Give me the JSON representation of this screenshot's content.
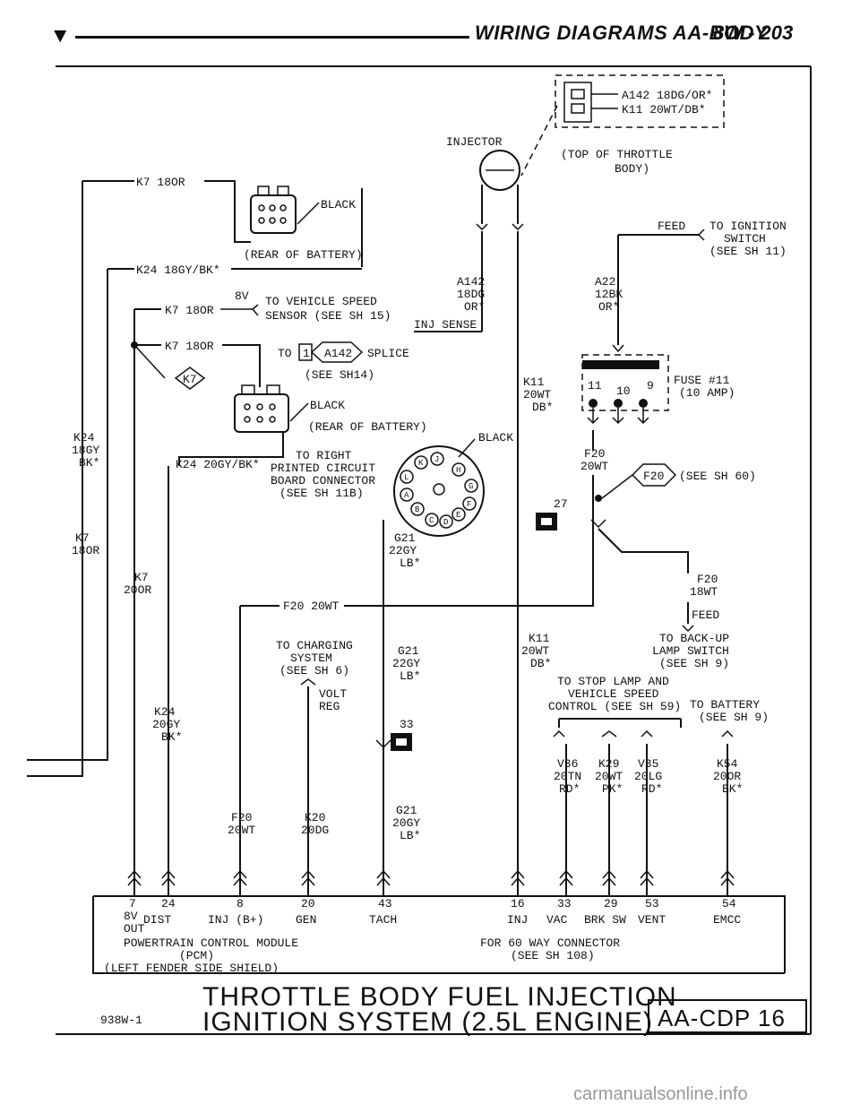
{
  "header": {
    "marker": "▼",
    "title": "WIRING DIAGRAMS AA-BODY",
    "page": "8W - 203"
  },
  "labels": {
    "a142_box": "A142 18DG/OR*",
    "k11_box": "K11 20WT/DB*",
    "throttle_top_1": "(TOP OF THROTTLE",
    "throttle_top_2": "BODY)",
    "injector": "INJECTOR",
    "k7_18or_top": "K7 18OR",
    "black_1": "BLACK",
    "rear_battery_1": "(REAR OF BATTERY)",
    "k24_18gybk": "K24 18GY/BK*",
    "eightv": "8V",
    "k7_18or_mid": "K7 18OR",
    "vss_1": "TO VEHICLE SPEED",
    "vss_2": "SENSOR (SEE SH 15)",
    "a142_1": "A142",
    "a142_2": "18DG",
    "a142_3": "OR*",
    "a22_1": "A22",
    "a22_2": "12BK",
    "a22_3": "OR*",
    "feed_ign": "FEED",
    "ign_1": "TO IGNITION",
    "ign_2": "SWITCH",
    "ign_3": "(SEE SH 11)",
    "k7_18or_low": "K7 18OR",
    "to": "TO",
    "splice_1": "1",
    "splice_a142": "A142",
    "splice": "SPLICE",
    "inj_sense": "INJ SENSE",
    "see_sh14": "(SEE SH14)",
    "k7_tag": "K7",
    "k11_1": "K11",
    "k11_2": "20WT",
    "k11_3": "DB*",
    "fuse_n1": "11",
    "fuse_n2": "10",
    "fuse_n3": "9",
    "fuse_1": "FUSE #11",
    "fuse_2": "(10 AMP)",
    "black_2": "BLACK",
    "rear_battery_2": "(REAR OF BATTERY)",
    "black_3": "BLACK",
    "k24_side_1": "K24",
    "k24_side_2": "18GY",
    "k24_side_3": "BK*",
    "k24_20gybk": "K24 20GY/BK*",
    "pcb_1": "TO RIGHT",
    "pcb_2": "PRINTED CIRCUIT",
    "pcb_3": "BOARD CONNECTOR",
    "pcb_4": "(SEE SH 11B)",
    "f20_1": "F20",
    "f20_2": "20WT",
    "f20_tag": "F20",
    "see_sh60": "(SEE SH 60)",
    "n27": "27",
    "k7_left_1": "K7",
    "k7_left_2": "18OR",
    "g21_1": "G21",
    "g21_2": "22GY",
    "g21_3": "LB*",
    "k7_20or_1": "K7",
    "k7_20or_2": "20OR",
    "f20_18wt_1": "F20",
    "f20_18wt_2": "18WT",
    "f20_20wt": "F20 20WT",
    "feed_backup": "FEED",
    "chg_1": "TO CHARGING",
    "chg_2": "SYSTEM",
    "chg_3": "(SEE SH 6)",
    "g21b_1": "G21",
    "g21b_2": "22GY",
    "g21b_3": "LB*",
    "k11b_1": "K11",
    "k11b_2": "20WT",
    "k11b_3": "DB*",
    "bu_1": "TO BACK-UP",
    "bu_2": "LAMP SWITCH",
    "bu_3": "(SEE SH 9)",
    "volt": "VOLT",
    "reg": "REG",
    "stop_1": "TO STOP LAMP AND",
    "stop_2": "VEHICLE SPEED",
    "stop_3": "CONTROL (SEE SH 59)",
    "bat_1": "TO BATTERY",
    "bat_2": "(SEE SH 9)",
    "k24b_1": "K24",
    "k24b_2": "20GY",
    "k24b_3": "BK*",
    "n33": "33",
    "v36_1": "V36",
    "v36_2": "20TN",
    "v36_3": "RD*",
    "k29_1": "K29",
    "k29_2": "20WT",
    "k29_3": "PK*",
    "v35_1": "V35",
    "v35_2": "20LG",
    "v35_3": "RD*",
    "k54_1": "K54",
    "k54_2": "20OR",
    "k54_3": "BK*",
    "f20b_1": "F20",
    "f20b_2": "20WT",
    "k20_1": "K20",
    "k20_2": "20DG",
    "g21c_1": "G21",
    "g21c_2": "20GY",
    "g21c_3": "LB*",
    "pin_7": "7",
    "pin_24": "24",
    "pin_8": "8",
    "pin_20": "20",
    "pin_43": "43",
    "pin_16": "16",
    "pin_33": "33",
    "pin_29": "29",
    "pin_53": "53",
    "pin_54": "54",
    "fn_8v": "8V",
    "fn_out": "OUT",
    "fn_dist": "DIST",
    "fn_inj_b": "INJ (B+)",
    "fn_gen": "GEN",
    "fn_tach": "TACH",
    "fn_inj": "INJ",
    "fn_vac": "VAC",
    "fn_brksw": "BRK SW",
    "fn_vent": "VENT",
    "fn_emcc": "EMCC",
    "pcm_1": "POWERTRAIN CONTROL MODULE",
    "pcm_2": "(PCM)",
    "pcm_3": "(LEFT FENDER SIDE SHIELD)",
    "conn_1": "FOR 60 WAY CONNECTOR",
    "conn_2": "(SEE SH 108)",
    "pcb_k": "K",
    "pcb_j": "J",
    "pcb_h": "H",
    "pcb_l": "L",
    "pcb_g": "G",
    "pcb_a": "A",
    "pcb_f": "F",
    "pcb_b": "B",
    "pcb_c": "C",
    "pcb_d": "D",
    "pcb_e": "E"
  },
  "footer": {
    "title_1": "THROTTLE BODY FUEL INJECTION",
    "title_2": "IGNITION SYSTEM (2.5L ENGINE)",
    "code": "AA-CDP 16",
    "fig": "938W-1"
  },
  "watermark": "carmanualsonline.info"
}
